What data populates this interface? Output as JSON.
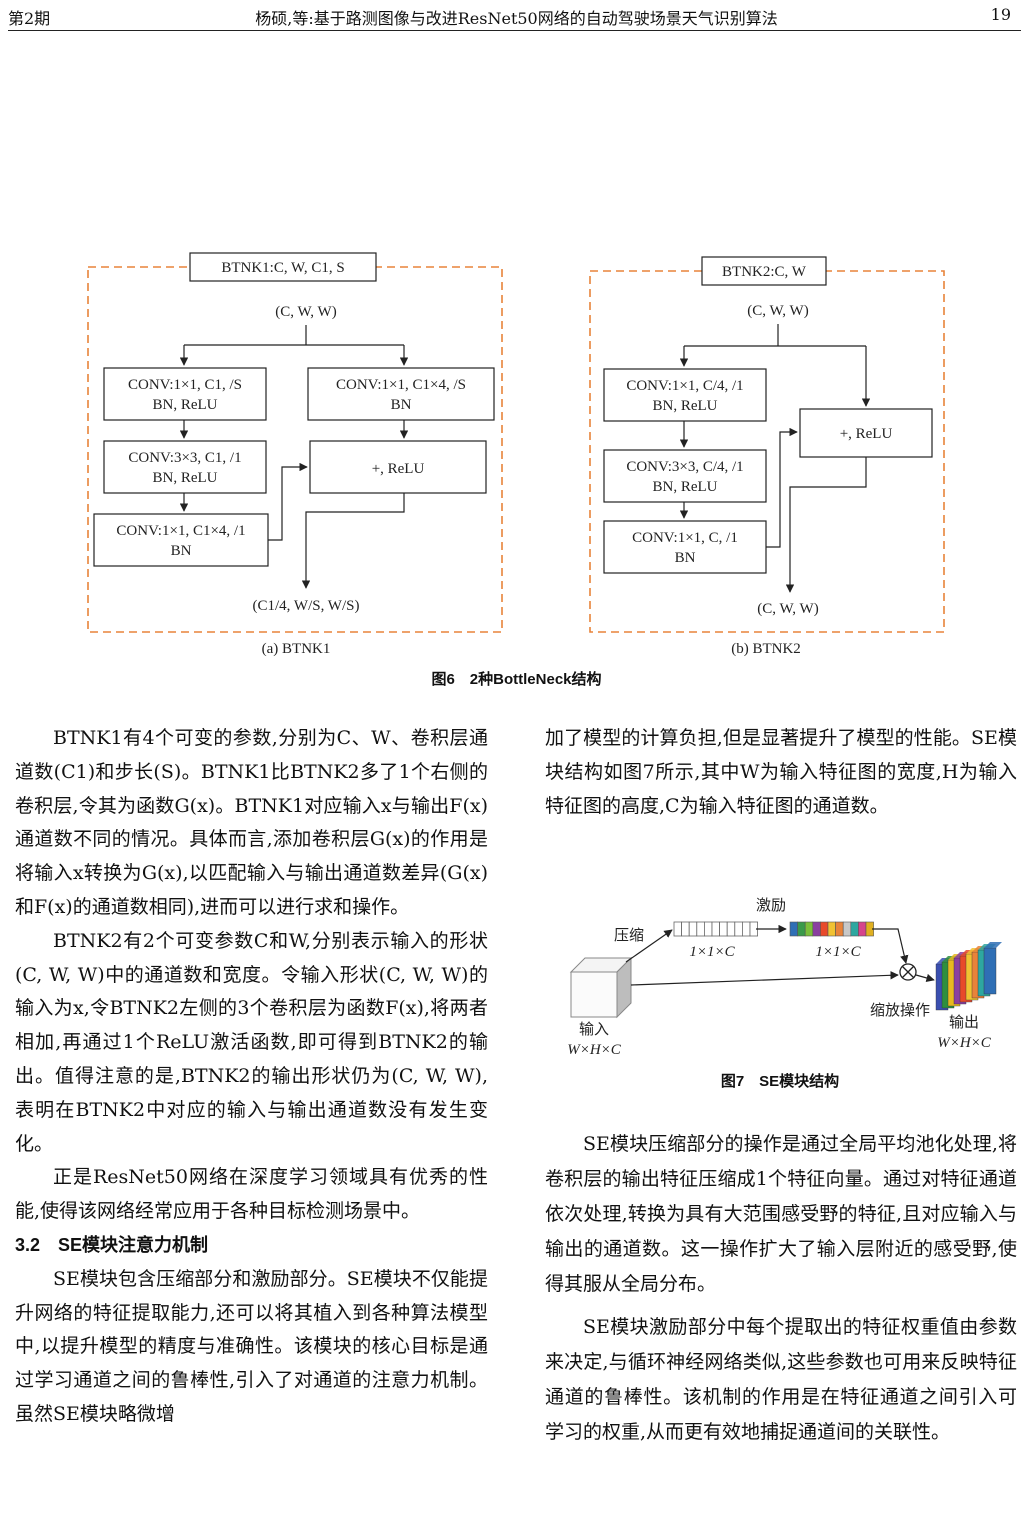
{
  "header": {
    "issue": "第2期",
    "title": "杨硕,等:基于路测图像与改进ResNet50网络的自动驾驶场景天气识别算法",
    "page": "19"
  },
  "figure6": {
    "btnk1": {
      "title": "BTNK1:C, W, C1, S",
      "input": "(C, W, W)",
      "conv1": [
        "CONV:1×1, C1, /S",
        "BN, ReLU"
      ],
      "conv2": [
        "CONV:3×3, C1, /1",
        "BN, ReLU"
      ],
      "conv3": [
        "CONV:1×1, C1×4, /1",
        "BN"
      ],
      "shortcut": [
        "CONV:1×1, C1×4, /S",
        "BN"
      ],
      "add": "+, ReLU",
      "output": "(C1/4, W/S, W/S)",
      "sublabel": "(a) BTNK1"
    },
    "btnk2": {
      "title": "BTNK2:C, W",
      "input": "(C, W, W)",
      "conv1": [
        "CONV:1×1, C/4, /1",
        "BN, ReLU"
      ],
      "conv2": [
        "CONV:3×3, C/4, /1",
        "BN, ReLU"
      ],
      "conv3": [
        "CONV:1×1, C, /1",
        "BN"
      ],
      "add": "+, ReLU",
      "output": "(C, W, W)",
      "sublabel": "(b) BTNK2"
    },
    "caption": "图6　2种BottleNeck结构",
    "frame_color": "#E8833A"
  },
  "figure7": {
    "squeeze": "压缩",
    "excite": "激励",
    "vec1": "1×1×C",
    "vec2": "1×1×C",
    "scale": "缩放操作",
    "input": [
      "输入",
      "W×H×C"
    ],
    "output": [
      "输出",
      "W×H×C"
    ],
    "caption": "图7　SE模块结构",
    "bar_colors": [
      "#2f6fb5",
      "#3a9a4a",
      "#7bbf3a",
      "#8a3fa0",
      "#e84a2a",
      "#f1c232",
      "#e8833a",
      "#c8c8c8",
      "#2ea7a0",
      "#d6448c",
      "#e0b020"
    ]
  },
  "left_col": {
    "p1": "BTNK1有4个可变的参数,分别为C、W、卷积层通道数(C1)和步长(S)。BTNK1比BTNK2多了1个右侧的卷积层,令其为函数G(x)。BTNK1对应输入x与输出F(x)通道数不同的情况。具体而言,添加卷积层G(x)的作用是将输入x转换为G(x),以匹配输入与输出通道数差异(G(x)和F(x)的通道数相同),进而可以进行求和操作。",
    "p2": "BTNK2有2个可变参数C和W,分别表示输入的形状(C, W, W)中的通道数和宽度。令输入形状(C, W, W)的输入为x,令BTNK2左侧的3个卷积层为函数F(x),将两者相加,再通过1个ReLU激活函数,即可得到BTNK2的输出。值得注意的是,BTNK2的输出形状仍为(C, W, W),表明在BTNK2中对应的输入与输出通道数没有发生变化。",
    "p3": "正是ResNet50网络在深度学习领域具有优秀的性能,使得该网络经常应用于各种目标检测场景中。",
    "section": "3.2　SE模块注意力机制",
    "p4": "SE模块包含压缩部分和激励部分。SE模块不仅能提升网络的特征提取能力,还可以将其植入到各种算法模型中,以提升模型的精度与准确性。该模块的核心目标是通过学习通道之间的鲁棒性,引入了对通道的注意力机制。虽然SE模块略微增"
  },
  "right_col": {
    "p1": "加了模型的计算负担,但是显著提升了模型的性能。SE模块结构如图7所示,其中W为输入特征图的宽度,H为输入特征图的高度,C为输入特征图的通道数。",
    "p2": "SE模块压缩部分的操作是通过全局平均池化处理,将卷积层的输出特征压缩成1个特征向量。通过对特征通道依次处理,转换为具有大范围感受野的特征,且对应输入与输出的通道数。这一操作扩大了输入层附近的感受野,使得其服从全局分布。",
    "p3": "SE模块激励部分中每个提取出的特征权重值由参数来决定,与循环神经网络类似,这些参数也可用来反映特征通道的鲁棒性。该机制的作用是在特征通道之间引入可学习的权重,从而更有效地捕捉通道间的关联性。"
  }
}
